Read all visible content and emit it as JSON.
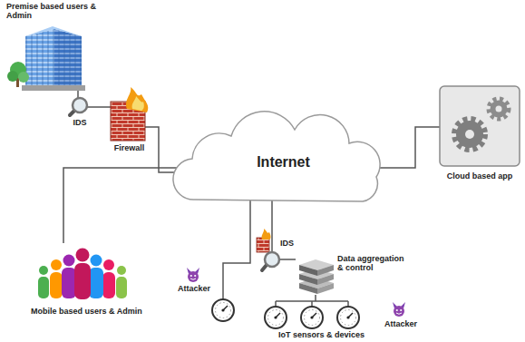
{
  "diagram": {
    "nodes": [
      {
        "text": [
          "Premise based users & Admin"
        ]
      },
      {
        "text": [
          "IDS"
        ]
      },
      {
        "text": [
          "Firewall"
        ]
      },
      {
        "text": [
          "Internet"
        ]
      },
      {
        "text": [
          "Cloud based app"
        ]
      },
      {
        "text": [
          "Mobile based users & Admin"
        ]
      },
      {
        "text": [
          "IDS"
        ]
      },
      {
        "text": [
          "Data aggregation & control"
        ]
      },
      {
        "text": [
          "IoT sensors & devices"
        ]
      }
    ],
    "edges": [
      {
        "from": 0,
        "to": 1,
        "arrow": "none"
      },
      {
        "from": 1,
        "to": 2,
        "arrow": "none"
      },
      {
        "from": 2,
        "to": 3,
        "arrow": "none"
      },
      {
        "from": 3,
        "to": 4,
        "arrow": "none"
      },
      {
        "from": 5,
        "to": 3,
        "arrow": "none"
      },
      {
        "from": 3,
        "to": 6,
        "arrow": "none"
      },
      {
        "from": 6,
        "to": 7,
        "arrow": "none"
      },
      {
        "from": 7,
        "to": 8,
        "arrow": "none"
      }
    ],
    "labels": [
      "Attacker",
      "Attacker"
    ]
  }
}
